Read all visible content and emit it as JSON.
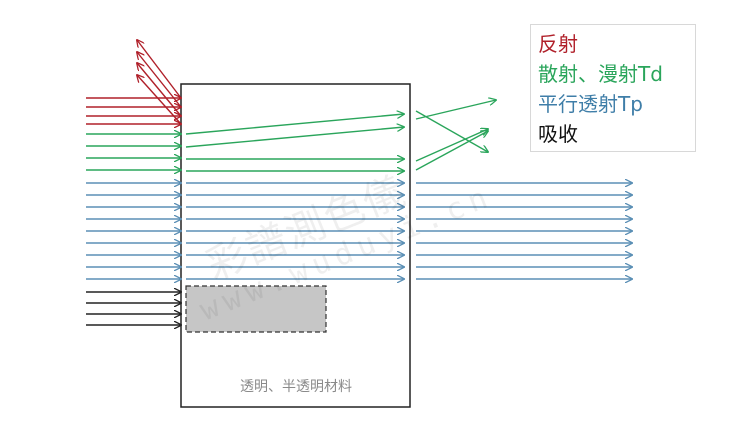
{
  "colors": {
    "reflect": "#b0202a",
    "scatter": "#2aa55b",
    "parallel": "#3f7ea8",
    "absorb": "#222222",
    "material_border": "#222222",
    "absorber_fill": "#c6c6c6"
  },
  "legend": {
    "reflect": "反射",
    "scatter": "散射、漫射Td",
    "parallel": "平行透射Tp",
    "absorb": "吸收"
  },
  "material_label": "透明、半透明材料",
  "watermark": {
    "line1": "彩譜測色儀",
    "line2": "www.wuduyi.cn"
  }
}
